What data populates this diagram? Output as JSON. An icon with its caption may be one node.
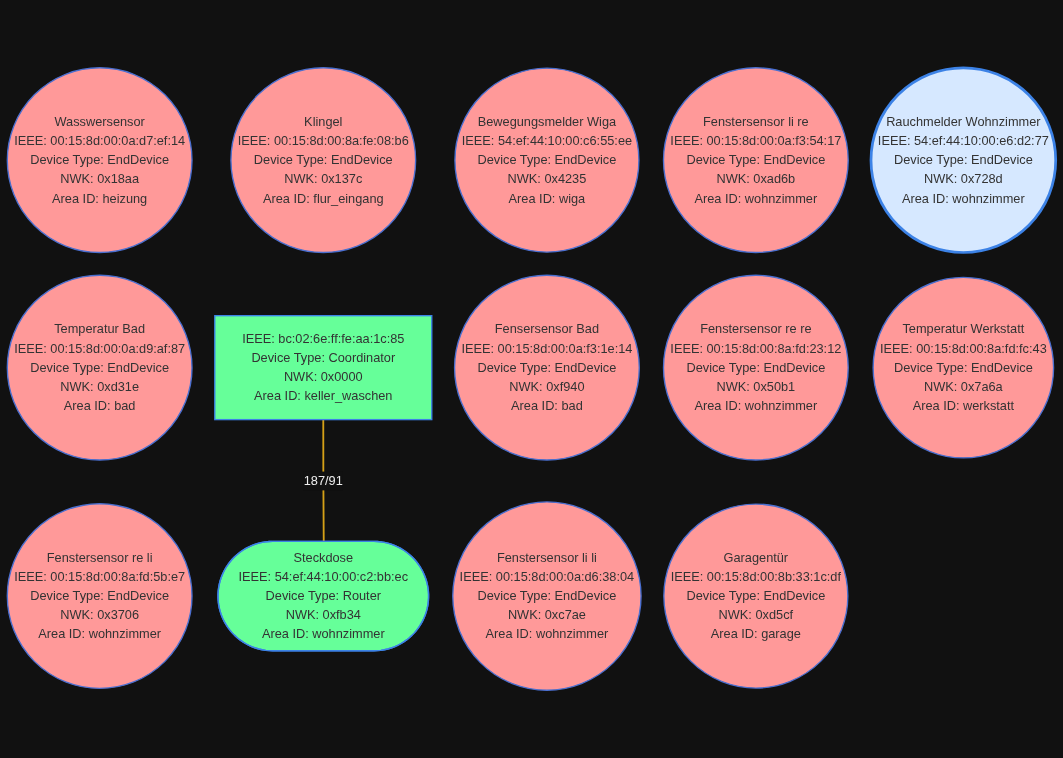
{
  "diagram": {
    "nodes": [
      {
        "text": [
          "Wasswersensor",
          "IEEE: 00:15:8d:00:0a:d7:ef:14",
          "Device Type: EndDevice",
          "NWK: 0x18aa",
          "Area ID: heizung"
        ]
      },
      {
        "text": [
          "Klingel",
          "IEEE: 00:15:8d:00:8a:fe:08:b6",
          "Device Type: EndDevice",
          "NWK: 0x137c",
          "Area ID: flur_eingang"
        ]
      },
      {
        "text": [
          "Bewegungsmelder Wiga",
          "IEEE: 54:ef:44:10:00:c6:55:ee",
          "Device Type: EndDevice",
          "NWK: 0x4235",
          "Area ID: wiga"
        ]
      },
      {
        "text": [
          "Fenstersensor li re",
          "IEEE: 00:15:8d:00:0a:f3:54:17",
          "Device Type: EndDevice",
          "NWK: 0xad6b",
          "Area ID: wohnzimmer"
        ]
      },
      {
        "text": [
          "Rauchmelder Wohnzimmer",
          "IEEE: 54:ef:44:10:00:e6:d2:77",
          "Device Type: EndDevice",
          "NWK: 0x728d",
          "Area ID: wohnzimmer"
        ]
      },
      {
        "text": [
          "Temperatur Bad",
          "IEEE: 00:15:8d:00:0a:d9:af:87",
          "Device Type: EndDevice",
          "NWK: 0xd31e",
          "Area ID: bad"
        ]
      },
      {
        "text": [
          "IEEE: bc:02:6e:ff:fe:aa:1c:85",
          "Device Type: Coordinator",
          "NWK: 0x0000",
          "Area ID: keller_waschen"
        ]
      },
      {
        "text": [
          "Fensersensor Bad",
          "IEEE: 00:15:8d:00:0a:f3:1e:14",
          "Device Type: EndDevice",
          "NWK: 0xf940",
          "Area ID: bad"
        ]
      },
      {
        "text": [
          "Fenstersensor re re",
          "IEEE: 00:15:8d:00:8a:fd:23:12",
          "Device Type: EndDevice",
          "NWK: 0x50b1",
          "Area ID: wohnzimmer"
        ]
      },
      {
        "text": [
          "Temperatur Werkstatt",
          "IEEE: 00:15:8d:00:8a:fd:fc:43",
          "Device Type: EndDevice",
          "NWK: 0x7a6a",
          "Area ID: werkstatt"
        ]
      },
      {
        "text": [
          "Fenstersensor re li",
          "IEEE: 00:15:8d:00:8a:fd:5b:e7",
          "Device Type: EndDevice",
          "NWK: 0x3706",
          "Area ID: wohnzimmer"
        ]
      },
      {
        "text": [
          "Steckdose",
          "IEEE: 54:ef:44:10:00:c2:bb:ec",
          "Device Type: Router",
          "NWK: 0xfb34",
          "Area ID: wohnzimmer"
        ]
      },
      {
        "text": [
          "Fenstersensor li li",
          "IEEE: 00:15:8d:00:0a:d6:38:04",
          "Device Type: EndDevice",
          "NWK: 0xc7ae",
          "Area ID: wohnzimmer"
        ]
      },
      {
        "text": [
          "Garagentür",
          "IEEE: 00:15:8d:00:8b:33:1c:df",
          "Device Type: EndDevice",
          "NWK: 0xd5cf",
          "Area ID: garage"
        ]
      }
    ],
    "edges": [
      {
        "from": 6,
        "to": 11,
        "arrow": "none",
        "label": "187/91",
        "color": "#d4a017"
      }
    ]
  }
}
